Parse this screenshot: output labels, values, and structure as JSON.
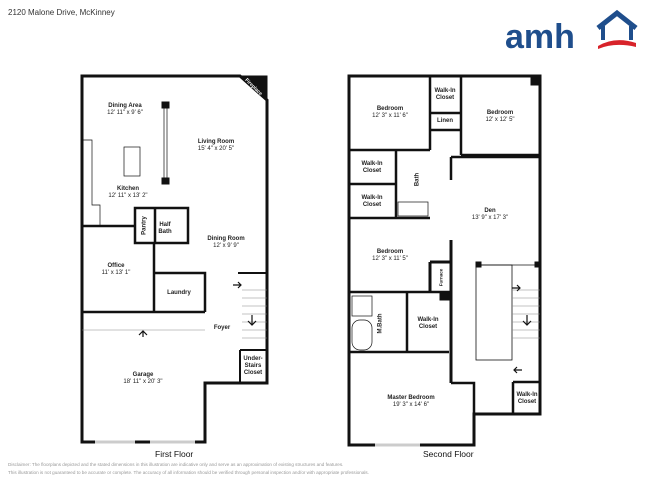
{
  "address": "2120 Malone Drive, McKinney",
  "logo": {
    "text": "amh",
    "colors": {
      "blue": "#1f4e8c",
      "red": "#d8232a"
    }
  },
  "first_floor": {
    "title": "First Floor",
    "rooms": [
      {
        "name": "Dining Area",
        "dims": "12' 11\" x 9' 6\""
      },
      {
        "name": "Living Room",
        "dims": "15' 4\" x 20' 5\""
      },
      {
        "name": "Kitchen",
        "dims": "12' 11\" x 13' 2\""
      },
      {
        "name": "Pantry",
        "dims": ""
      },
      {
        "name": "Half Bath",
        "dims": ""
      },
      {
        "name": "Dining Room",
        "dims": "12' x 9' 9\""
      },
      {
        "name": "Office",
        "dims": "11' x 13' 1\""
      },
      {
        "name": "Laundry",
        "dims": ""
      },
      {
        "name": "Foyer",
        "dims": ""
      },
      {
        "name": "Garage",
        "dims": "18' 11\" x 20' 3\""
      },
      {
        "name": "Under-Stairs Closet",
        "dims": ""
      },
      {
        "name": "Fireplace",
        "dims": ""
      }
    ]
  },
  "second_floor": {
    "title": "Second Floor",
    "rooms": [
      {
        "name": "Bedroom",
        "dims": "12' 3\" x 11' 6\""
      },
      {
        "name": "Walk-In Closet",
        "dims": ""
      },
      {
        "name": "Linen",
        "dims": ""
      },
      {
        "name": "Bedroom",
        "dims": "12' x 12' 5\""
      },
      {
        "name": "Walk-In Closet",
        "dims": ""
      },
      {
        "name": "Walk-In Closet",
        "dims": ""
      },
      {
        "name": "Bath",
        "dims": ""
      },
      {
        "name": "Den",
        "dims": "13' 9\" x 17' 3\""
      },
      {
        "name": "Bedroom",
        "dims": "12' 3\" x 11' 5\""
      },
      {
        "name": "Furnace",
        "dims": ""
      },
      {
        "name": "M.Bath",
        "dims": ""
      },
      {
        "name": "Walk-In Closet",
        "dims": ""
      },
      {
        "name": "Master Bedroom",
        "dims": "19' 3\" x 14' 6\""
      },
      {
        "name": "Walk-In Closet",
        "dims": ""
      }
    ]
  },
  "disclaimer": [
    "Disclaimer: The floorplans depicted and the stated dimensions in this illustration are indicative only and serve as an approximation of existing structures and features.",
    "This illustration is not guaranteed to be accurate or complete. The accuracy of all information should be verified through personal inspection and/or with appropriate professionals."
  ]
}
